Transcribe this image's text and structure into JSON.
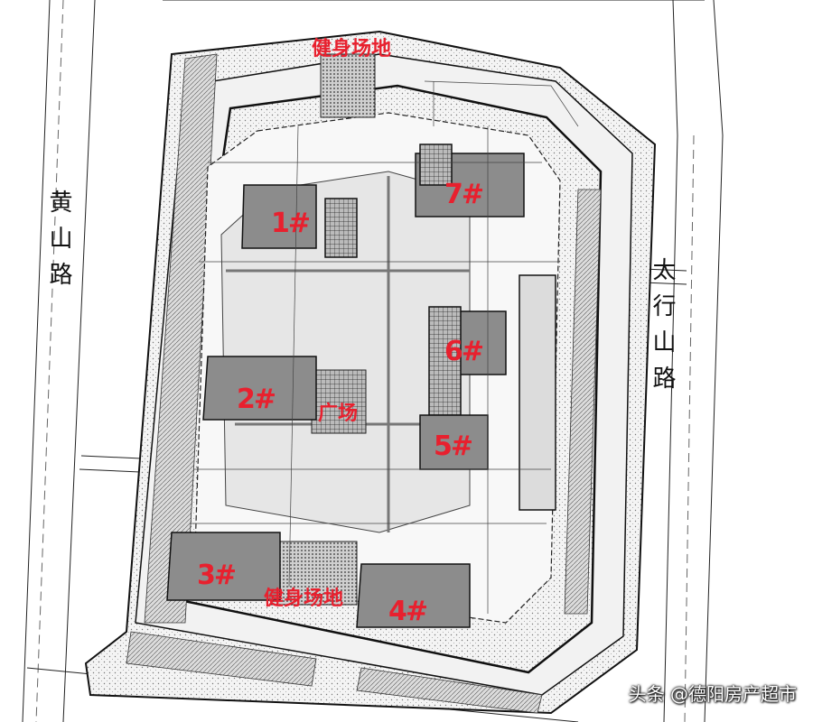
{
  "buildings": [
    {
      "id": "b1",
      "label": "1#"
    },
    {
      "id": "b2",
      "label": "2#"
    },
    {
      "id": "b3",
      "label": "3#"
    },
    {
      "id": "b4",
      "label": "4#"
    },
    {
      "id": "b5",
      "label": "5#"
    },
    {
      "id": "b6",
      "label": "6#"
    },
    {
      "id": "b7",
      "label": "7#"
    }
  ],
  "areas": {
    "fitness_north": "健身场地",
    "fitness_south": "健身场地",
    "plaza": "广场"
  },
  "roads": {
    "west": "黄山路",
    "east": "太行山路"
  },
  "watermark": "头条 @德阳房产超市",
  "colors": {
    "label_red": "#e8202e",
    "line": "#111111",
    "building_fill": "#8c8c8c",
    "site_fill": "#f2f2f2"
  }
}
